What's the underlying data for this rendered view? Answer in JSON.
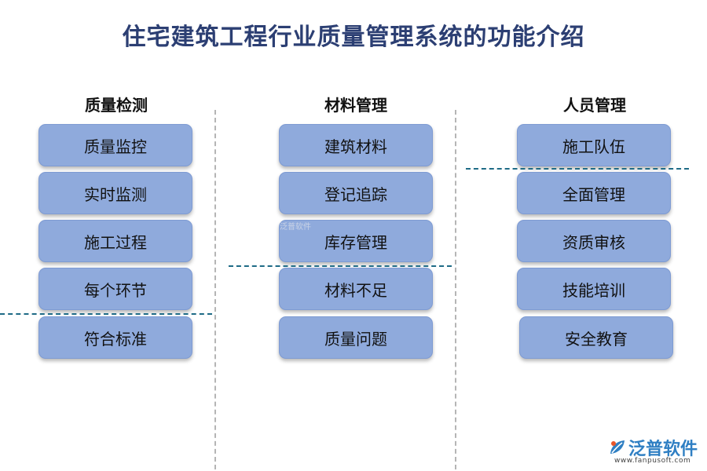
{
  "title": "住宅建筑工程行业质量管理系统的功能介绍",
  "columns": [
    {
      "heading": "质量检测",
      "items": [
        "质量监控",
        "实时监测",
        "施工过程",
        "每个环节",
        "符合标准"
      ]
    },
    {
      "heading": "材料管理",
      "items": [
        "建筑材料",
        "登记追踪",
        "库存管理",
        "材料不足",
        "质量问题"
      ]
    },
    {
      "heading": "人员管理",
      "items": [
        "施工队伍",
        "全面管理",
        "资质审核",
        "技能培训",
        "安全教育"
      ]
    }
  ],
  "watermark": "泛普软件",
  "brand": {
    "name": "泛普软件",
    "url": "www.fanpusoft.com"
  },
  "colors": {
    "box_fill": "#8faadc",
    "title": "#2c3f73",
    "dash_h": "#1e6b86",
    "brand": "#2f7fc3"
  }
}
